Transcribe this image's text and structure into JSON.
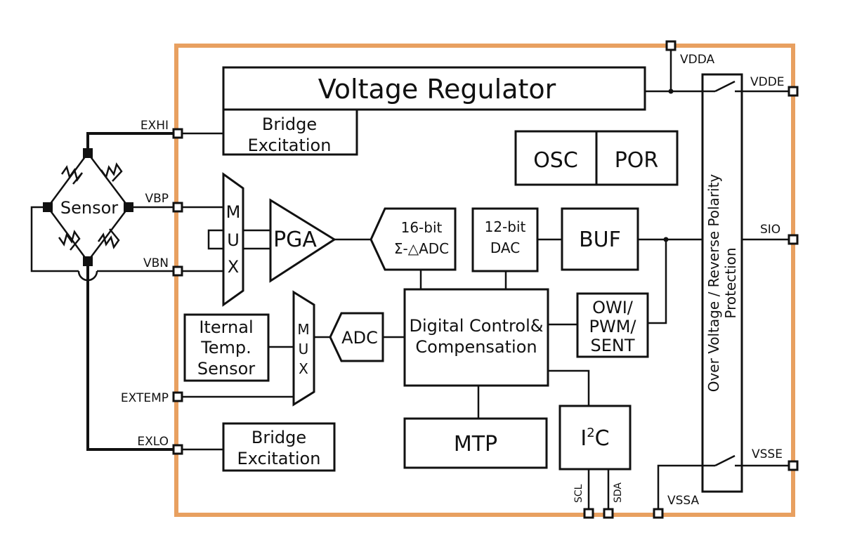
{
  "colors": {
    "chip_border": "#E8A060",
    "stroke": "#111111",
    "background": "#FFFFFF"
  },
  "blocks": {
    "voltage_regulator": "Voltage Regulator",
    "bridge_excitation_top": [
      "Bridge",
      "Excitation"
    ],
    "bridge_excitation_bottom": [
      "Bridge",
      "Excitation"
    ],
    "osc": "OSC",
    "por": "POR",
    "sensor": "Sensor",
    "mux_top": [
      "M",
      "U",
      "X"
    ],
    "mux_bottom": [
      "M",
      "U",
      "X"
    ],
    "pga": "PGA",
    "adc16": [
      "16-bit",
      "Σ-△ADC"
    ],
    "dac12": [
      "12-bit",
      "DAC"
    ],
    "buf": "BUF",
    "internal_temp": [
      "Iternal",
      "Temp.",
      "Sensor"
    ],
    "adc": "ADC",
    "digital_control": [
      "Digital Control&",
      "Compensation"
    ],
    "owi": [
      "OWI/",
      "PWM/",
      "SENT"
    ],
    "mtp": "MTP",
    "i2c": {
      "base": "I",
      "sup": "2",
      "tail": "C"
    },
    "protection": [
      "Over Voltage / Reverse Polarity",
      "Protection"
    ]
  },
  "pins": {
    "exhi": "EXHI",
    "vbp": "VBP",
    "vbn": "VBN",
    "extemp": "EXTEMP",
    "exlo": "EXLO",
    "vdda": "VDDA",
    "vdde": "VDDE",
    "sio": "SIO",
    "vsse": "VSSE",
    "vssa": "VSSA",
    "scl": "SCL",
    "sda": "SDA"
  }
}
